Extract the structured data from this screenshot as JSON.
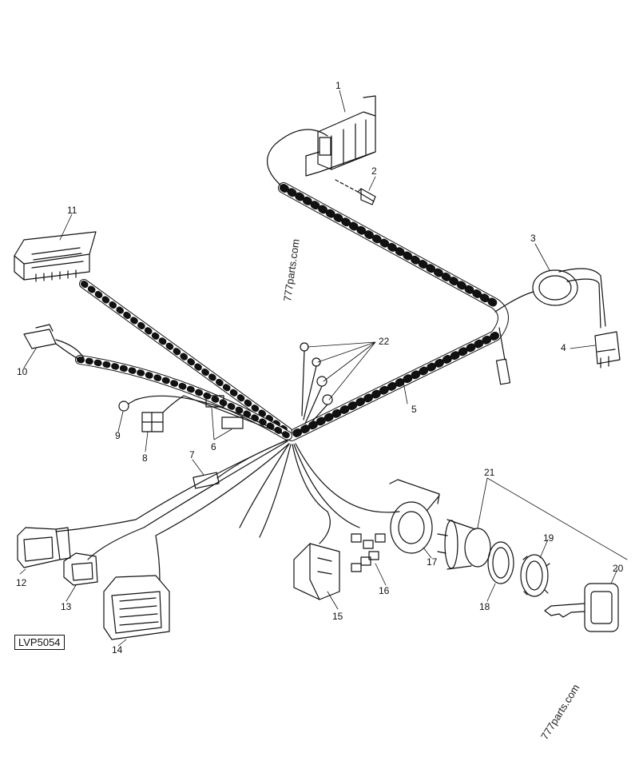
{
  "callouts": {
    "c1": "1",
    "c2": "2",
    "c3": "3",
    "c4": "4",
    "c5": "5",
    "c6": "6",
    "c7": "7",
    "c8": "8",
    "c9": "9",
    "c10": "10",
    "c11": "11",
    "c12": "12",
    "c13": "13",
    "c14": "14",
    "c15": "15",
    "c16": "16",
    "c17": "17",
    "c18": "18",
    "c19": "19",
    "c20": "20",
    "c21": "21",
    "c22": "22"
  },
  "reference_code": "LVP5054",
  "watermarks": {
    "top": "777parts.com",
    "bottom": "777parts.com"
  }
}
